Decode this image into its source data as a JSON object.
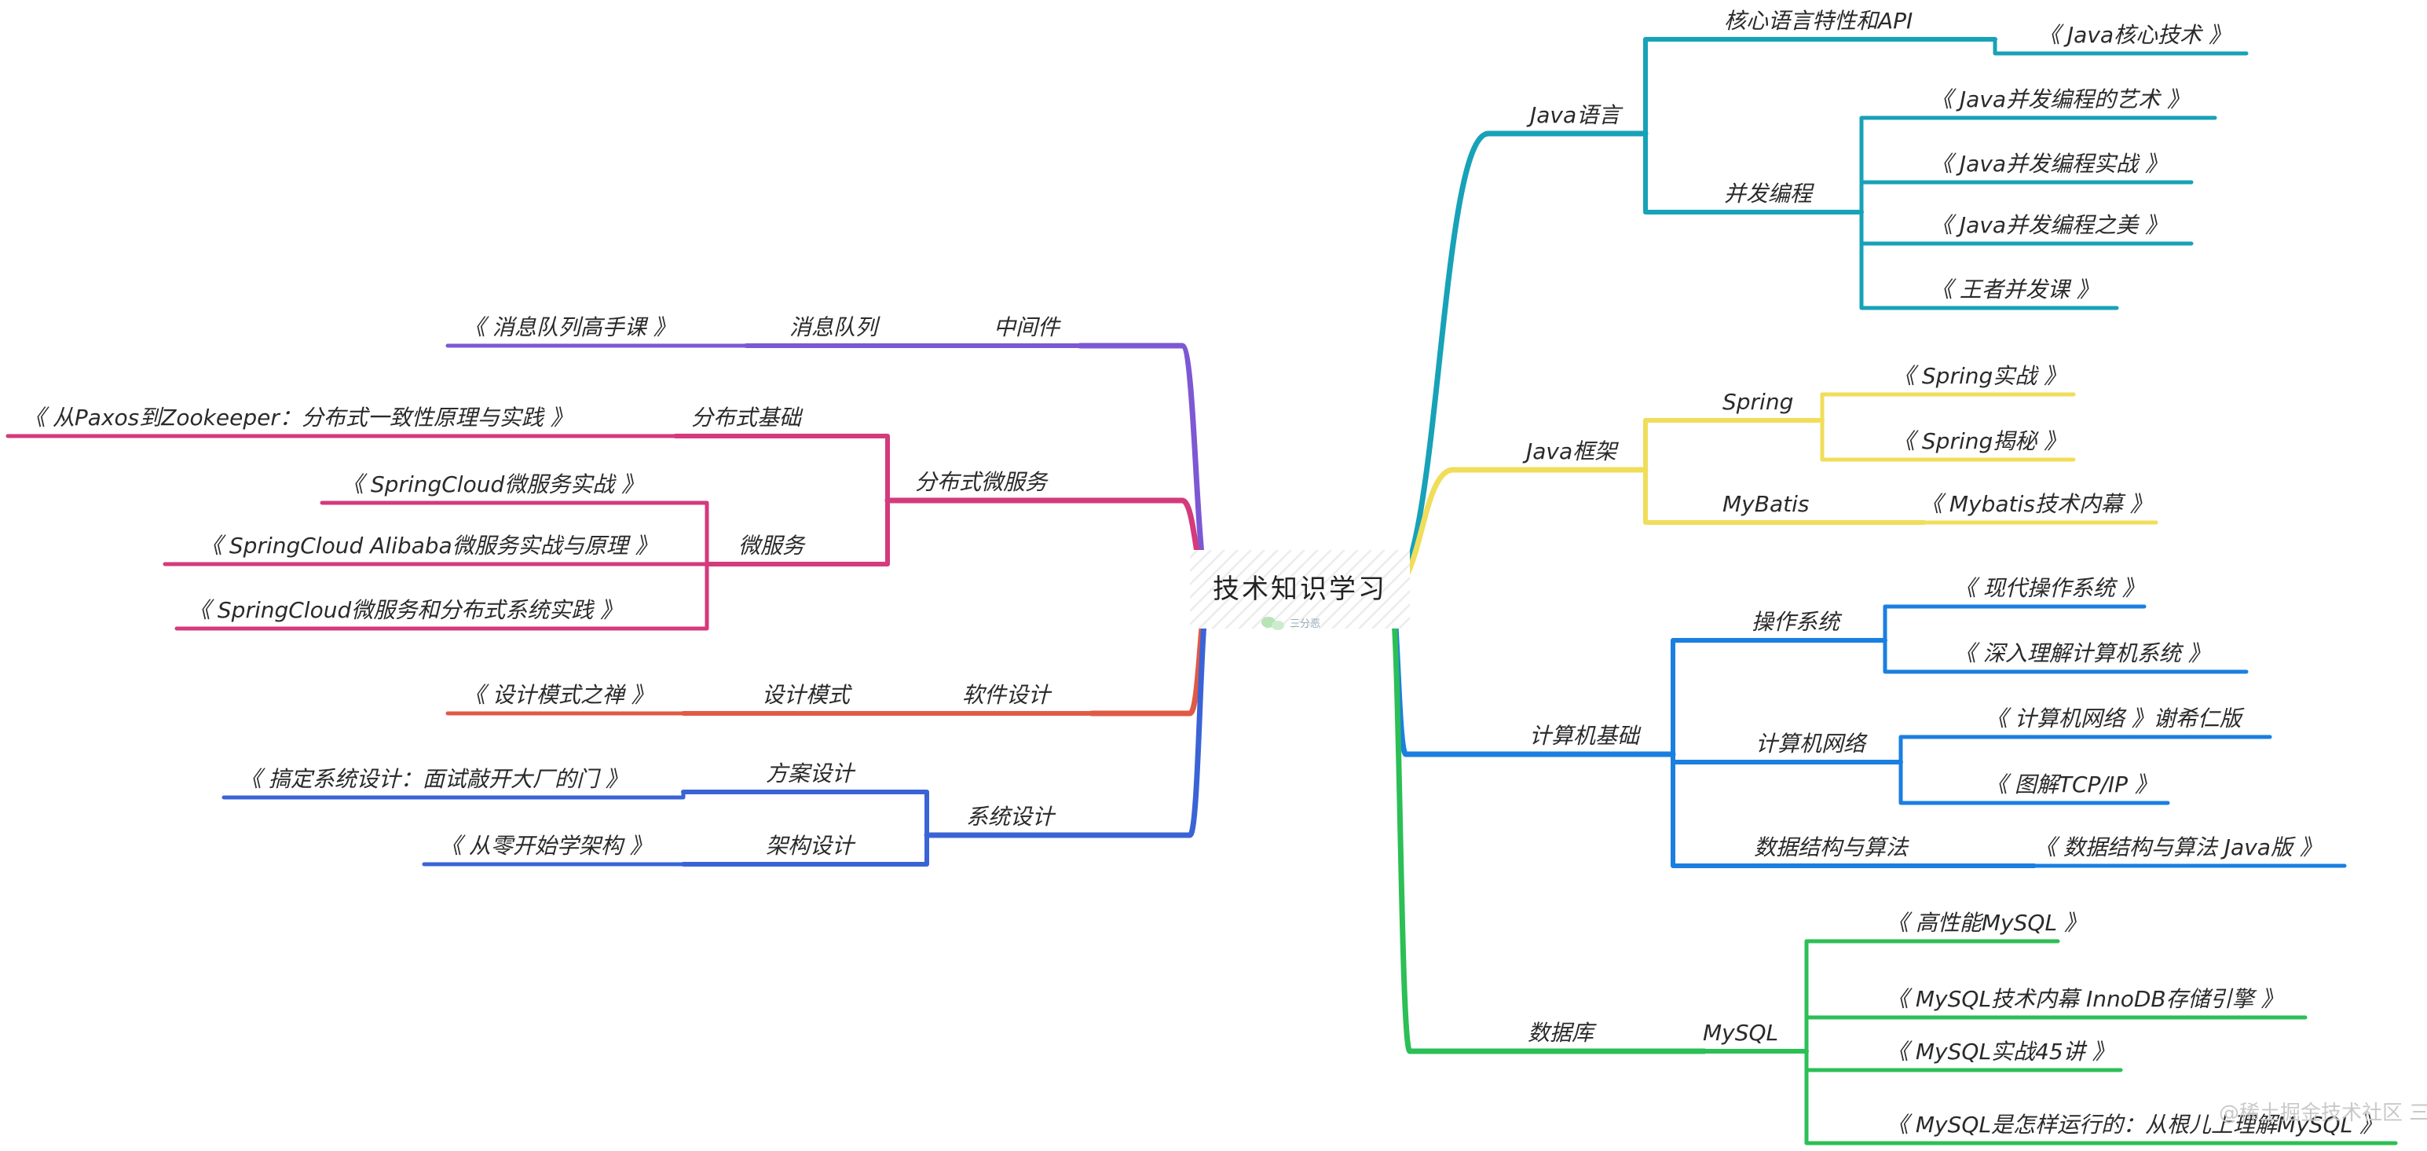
{
  "root": {
    "label": "技术知识学习",
    "watermark": "三分恶"
  },
  "corner_watermark": "@稀土掘金技术社区 三分恶",
  "colors": {
    "java_lang": "#17a2b8",
    "java_fw": "#f0dd5a",
    "cs_basics": "#1a7fe0",
    "database": "#2cbf55",
    "middleware": "#7d58d3",
    "distributed": "#d43a7c",
    "software_design": "#e05a45",
    "system_design": "#3a64d6"
  },
  "nodes": [
    {
      "id": "java",
      "label": "Java语言",
      "parent": "root",
      "color": "java_lang"
    },
    {
      "id": "j_core",
      "label": "核心语言特性和API",
      "parent": "java",
      "color": "java_lang"
    },
    {
      "id": "j_core_b1",
      "label": "《 Java核心技术 》",
      "parent": "j_core",
      "color": "java_lang"
    },
    {
      "id": "j_conc",
      "label": "并发编程",
      "parent": "java",
      "color": "java_lang"
    },
    {
      "id": "j_conc_b1",
      "label": "《 Java并发编程的艺术 》",
      "parent": "j_conc",
      "color": "java_lang"
    },
    {
      "id": "j_conc_b2",
      "label": "《 Java并发编程实战 》",
      "parent": "j_conc",
      "color": "java_lang"
    },
    {
      "id": "j_conc_b3",
      "label": "《 Java并发编程之美 》",
      "parent": "j_conc",
      "color": "java_lang"
    },
    {
      "id": "j_conc_b4",
      "label": "《 王者并发课 》",
      "parent": "j_conc",
      "color": "java_lang"
    },
    {
      "id": "fw",
      "label": "Java框架",
      "parent": "root",
      "color": "java_fw"
    },
    {
      "id": "spring",
      "label": "Spring",
      "parent": "fw",
      "color": "java_fw"
    },
    {
      "id": "spring_b1",
      "label": "《 Spring实战 》",
      "parent": "spring",
      "color": "java_fw"
    },
    {
      "id": "spring_b2",
      "label": "《 Spring揭秘 》",
      "parent": "spring",
      "color": "java_fw"
    },
    {
      "id": "mybatis",
      "label": "MyBatis",
      "parent": "fw",
      "color": "java_fw"
    },
    {
      "id": "mybatis_b1",
      "label": "《 Mybatis技术内幕 》",
      "parent": "mybatis",
      "color": "java_fw"
    },
    {
      "id": "cs",
      "label": "计算机基础",
      "parent": "root",
      "color": "cs_basics"
    },
    {
      "id": "os",
      "label": "操作系统",
      "parent": "cs",
      "color": "cs_basics"
    },
    {
      "id": "os_b1",
      "label": "《 现代操作系统 》",
      "parent": "os",
      "color": "cs_basics"
    },
    {
      "id": "os_b2",
      "label": "《 深入理解计算机系统 》",
      "parent": "os",
      "color": "cs_basics"
    },
    {
      "id": "net",
      "label": "计算机网络",
      "parent": "cs",
      "color": "cs_basics"
    },
    {
      "id": "net_b1",
      "label": "《 计算机网络 》谢希仁版",
      "parent": "net",
      "color": "cs_basics"
    },
    {
      "id": "net_b2",
      "label": "《 图解TCP/IP 》",
      "parent": "net",
      "color": "cs_basics"
    },
    {
      "id": "dsa",
      "label": "数据结构与算法",
      "parent": "cs",
      "color": "cs_basics"
    },
    {
      "id": "dsa_b1",
      "label": "《 数据结构与算法 Java版 》",
      "parent": "dsa",
      "color": "cs_basics"
    },
    {
      "id": "db",
      "label": "数据库",
      "parent": "root",
      "color": "database"
    },
    {
      "id": "mysql",
      "label": "MySQL",
      "parent": "db",
      "color": "database"
    },
    {
      "id": "mysql_b1",
      "label": "《 高性能MySQL 》",
      "parent": "mysql",
      "color": "database"
    },
    {
      "id": "mysql_b2",
      "label": "《 MySQL技术内幕 InnoDB存储引擎 》",
      "parent": "mysql",
      "color": "database"
    },
    {
      "id": "mysql_b3",
      "label": "《 MySQL实战45讲 》",
      "parent": "mysql",
      "color": "database"
    },
    {
      "id": "mysql_b4",
      "label": "《 MySQL是怎样运行的：从根儿上理解MySQL 》",
      "parent": "mysql",
      "color": "database"
    },
    {
      "id": "mw",
      "label": "中间件",
      "parent": "root",
      "color": "middleware"
    },
    {
      "id": "mq",
      "label": "消息队列",
      "parent": "mw",
      "color": "middleware"
    },
    {
      "id": "mq_b1",
      "label": "《 消息队列高手课 》",
      "parent": "mq",
      "color": "middleware"
    },
    {
      "id": "dist",
      "label": "分布式微服务",
      "parent": "root",
      "color": "distributed"
    },
    {
      "id": "dist_base",
      "label": "分布式基础",
      "parent": "dist",
      "color": "distributed"
    },
    {
      "id": "dist_base_b1",
      "label": "《 从Paxos到Zookeeper：分布式一致性原理与实践 》",
      "parent": "dist_base",
      "color": "distributed"
    },
    {
      "id": "ms",
      "label": "微服务",
      "parent": "dist",
      "color": "distributed"
    },
    {
      "id": "ms_b1",
      "label": "《 SpringCloud微服务实战 》",
      "parent": "ms",
      "color": "distributed"
    },
    {
      "id": "ms_b2",
      "label": "《 SpringCloud Alibaba微服务实战与原理 》",
      "parent": "ms",
      "color": "distributed"
    },
    {
      "id": "ms_b3",
      "label": "《 SpringCloud微服务和分布式系统实践 》",
      "parent": "ms",
      "color": "distributed"
    },
    {
      "id": "sd",
      "label": "软件设计",
      "parent": "root",
      "color": "software_design"
    },
    {
      "id": "dp",
      "label": "设计模式",
      "parent": "sd",
      "color": "software_design"
    },
    {
      "id": "dp_b1",
      "label": "《 设计模式之禅 》",
      "parent": "dp",
      "color": "software_design"
    },
    {
      "id": "sys",
      "label": "系统设计",
      "parent": "root",
      "color": "system_design"
    },
    {
      "id": "sol",
      "label": "方案设计",
      "parent": "sys",
      "color": "system_design"
    },
    {
      "id": "sol_b1",
      "label": "《 搞定系统设计：面试敲开大厂的门 》",
      "parent": "sol",
      "color": "system_design"
    },
    {
      "id": "arch",
      "label": "架构设计",
      "parent": "sys",
      "color": "system_design"
    },
    {
      "id": "arch_b1",
      "label": "《 从零开始学架构 》",
      "parent": "arch",
      "color": "system_design"
    }
  ]
}
